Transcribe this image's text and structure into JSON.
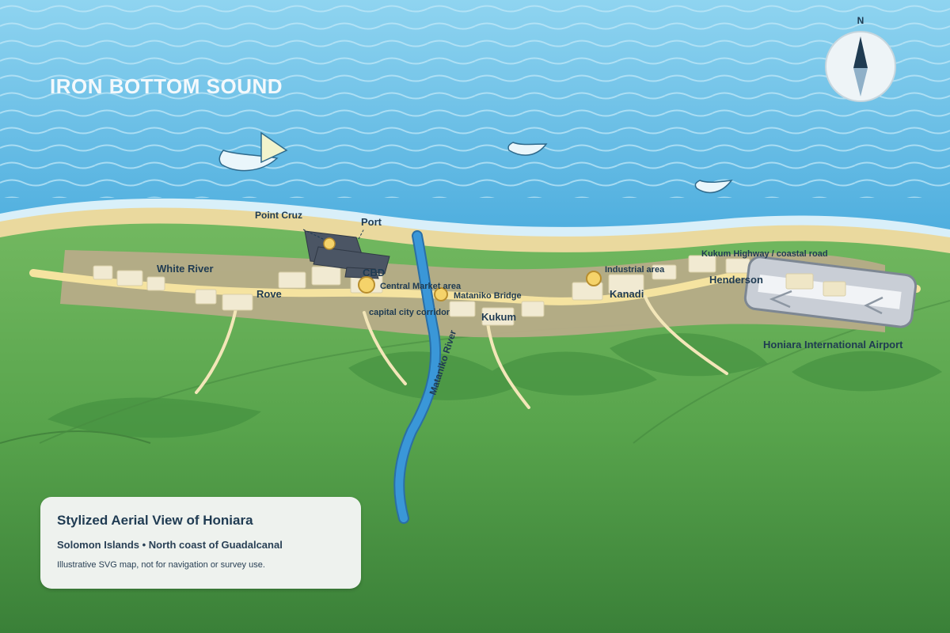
{
  "sea": {
    "label": "IRON BOTTOM SOUND"
  },
  "compass": {
    "north_label": "N",
    "icon": "compass-icon"
  },
  "places": {
    "point_cruz": "Point Cruz",
    "port": "Port",
    "white_river": "White River",
    "rove": "Rove",
    "cbd": "CBD",
    "central_market": "Central Market area",
    "capital_corridor": "capital city corridor",
    "mataniko_bridge": "Mataniko Bridge",
    "industrial_area": "Industrial area",
    "kukum_highway": "Kukum Highway / coastal road",
    "henderson": "Henderson",
    "kukum": "Kukum",
    "kanadi": "Kanadi",
    "mataniko_river": "Mataniko River",
    "airport": "Honiara International Airport"
  },
  "legend": {
    "title": "Stylized Aerial View of Honiara",
    "subtitle": "Solomon Islands • North coast of Guadalcanal",
    "note": "Illustrative SVG map, not for navigation or survey use."
  },
  "colors": {
    "sea": "#5bb6e0",
    "sea_light": "#8fd2ef",
    "beach": "#e9d9a0",
    "land": "#5aa650",
    "urban": "#b9ad86",
    "road": "#f5e3a0",
    "river": "#3a8fd0",
    "building": "#f1ead2",
    "dark_block": "#4a5563",
    "poi": "#f5d36a",
    "label": "#1f3b52"
  }
}
